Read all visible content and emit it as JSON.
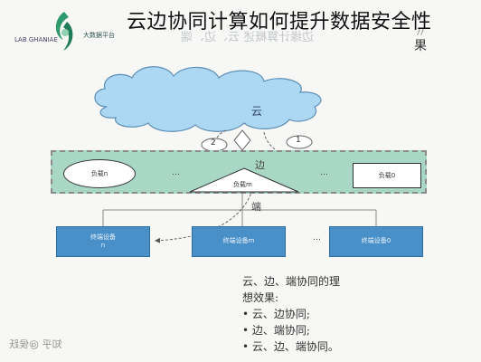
{
  "title": "云边协同计算如何提升数据安全性",
  "header": {
    "ghost_text": "边缘计算概述  云、边、端",
    "right_fragment": "果"
  },
  "logo": {
    "small_text": "LAB GHANIAE",
    "side_text": "大数据平台"
  },
  "diagram": {
    "cloud_label": "云",
    "edge_label": "边",
    "terminal_label": "端",
    "circle_left": "2",
    "circle_right": "1",
    "node_left": "负载n",
    "node_mid": "负载m",
    "node_right": "负载0",
    "ellipsis": "…",
    "end_left_line1": "终端设备",
    "end_left_line2": "n",
    "end_mid": "终端设备m",
    "end_right": "终端设备0"
  },
  "notes": {
    "line1": "云、边、端协同的理",
    "line2": "想效果:",
    "line3": "•  云、边协同;",
    "line4": "•  边、端协同;",
    "line5": "•  云、边、端协同。"
  },
  "watermark": "知乎 @侯跃"
}
